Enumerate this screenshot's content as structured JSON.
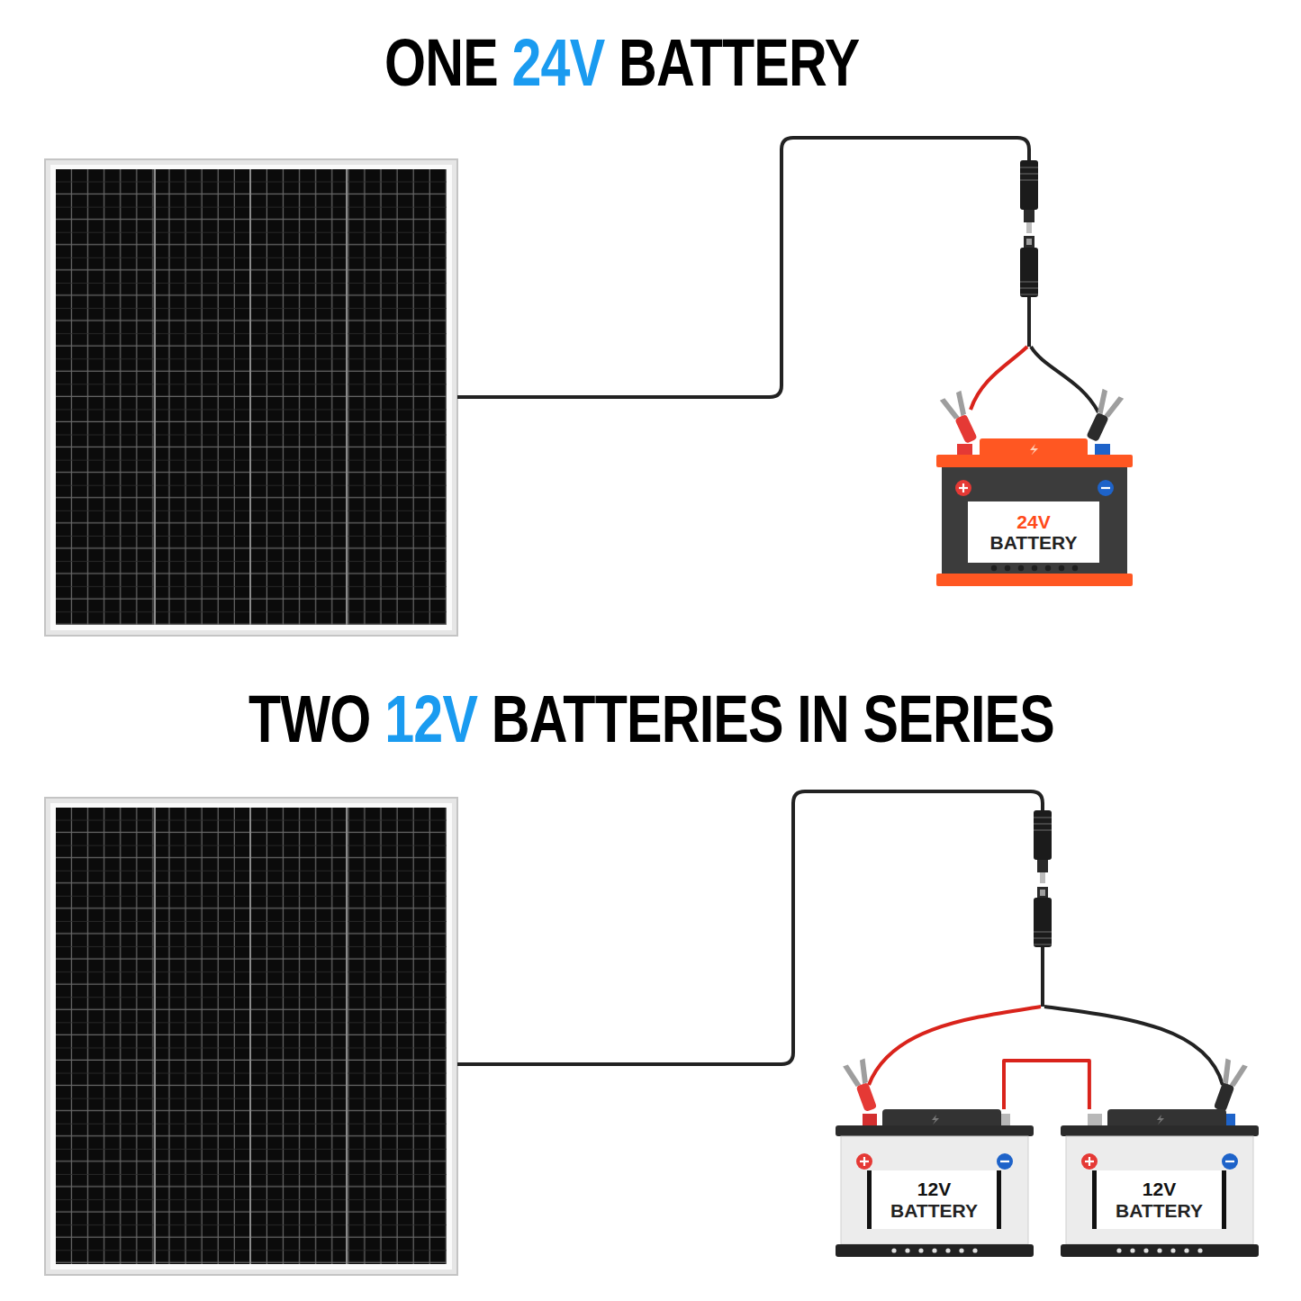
{
  "diagram": {
    "title": "ONE 24V BATTERY",
    "nodes": [
      {
        "text": [
          "24V BATTERY"
        ]
      },
      {
        "text": [
          "12V BATTERY"
        ]
      },
      {
        "text": [
          "12V BATTERY"
        ]
      }
    ],
    "edges": [
      {
        "from": 1,
        "to": 2,
        "arrow": "none"
      }
    ],
    "labels": [
      "TWO 12V BATTERIES IN SERIES"
    ]
  }
}
